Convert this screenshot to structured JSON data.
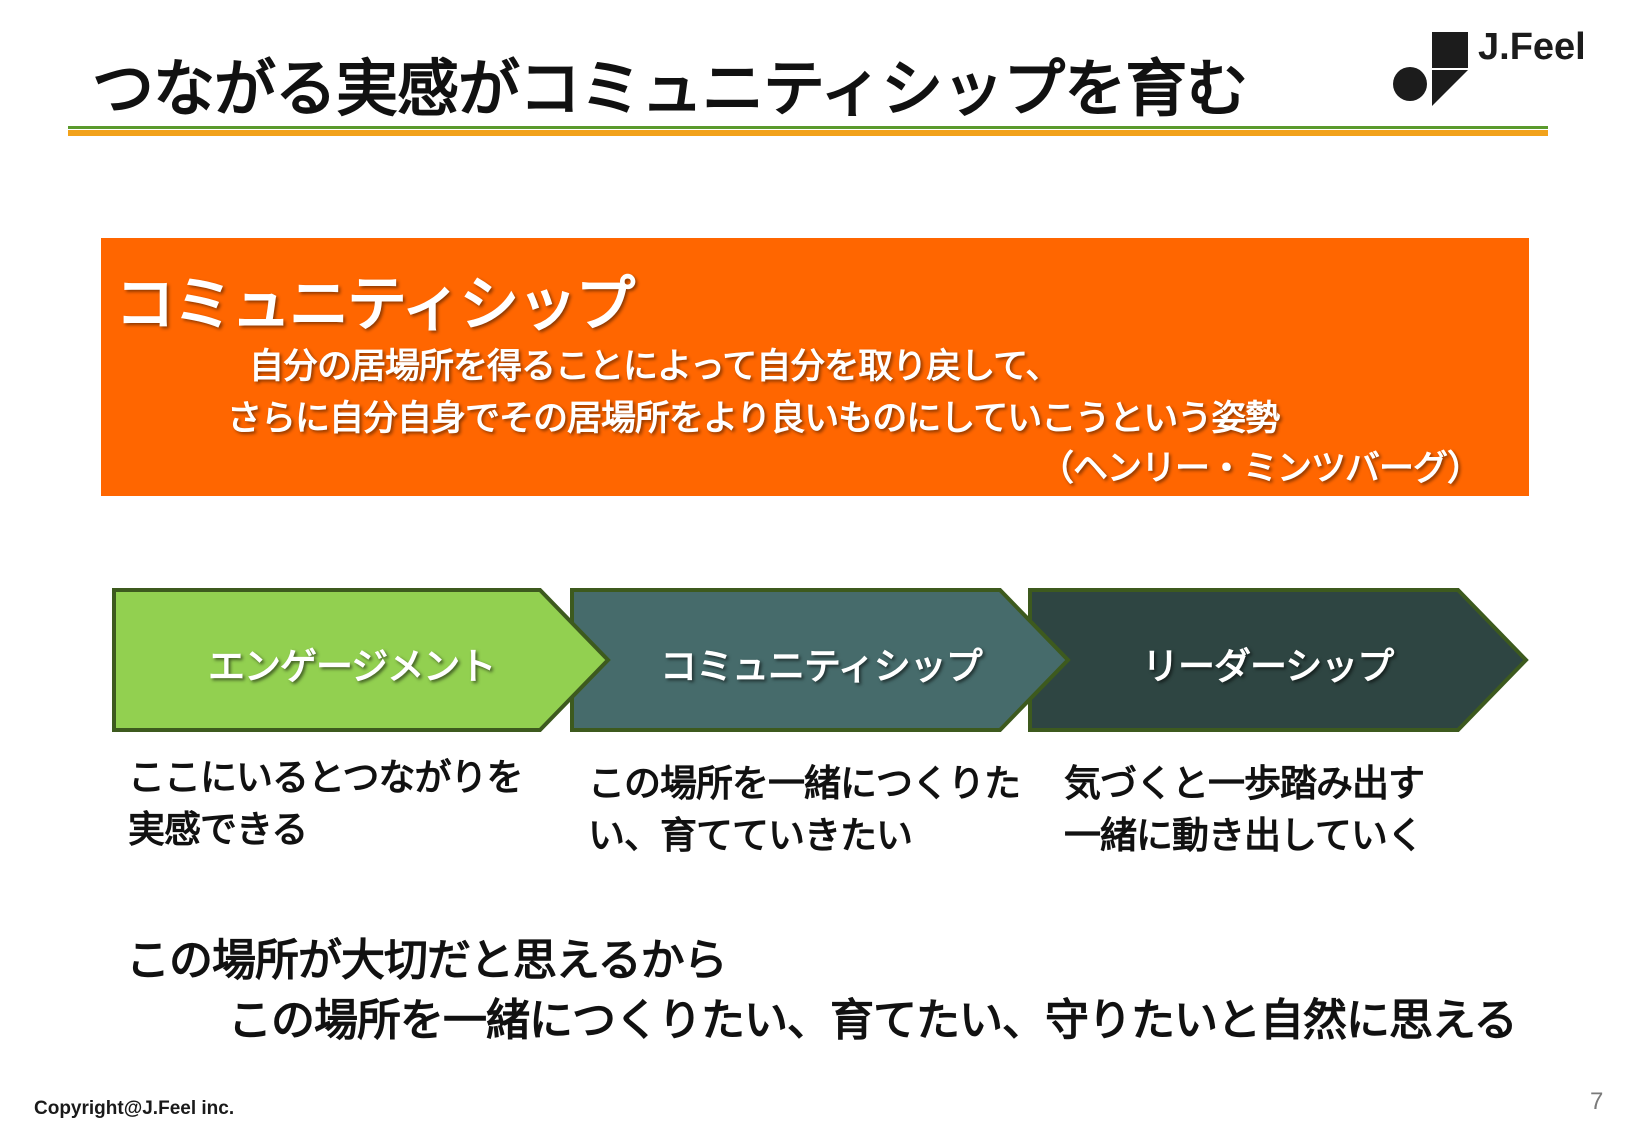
{
  "slide": {
    "title": "つながる実感がコミュニティシップを育む",
    "logo_text": "J.Feel"
  },
  "quote": {
    "heading": "コミュニティシップ",
    "line1": "自分の居場所を得ることによって自分を取り戻して、",
    "line2": "さらに自分自身でその居場所をより良いものにしていこうという姿勢",
    "author": "（ヘンリー・ミンツバーグ）"
  },
  "stages": [
    {
      "label": "エンゲージメント",
      "desc_line1": "ここにいるとつながりを",
      "desc_line2": "実感できる",
      "color": "#92d050"
    },
    {
      "label": "コミュニティシップ",
      "desc_line1": "この場所を一緒につくりた",
      "desc_line2": "い、育てていきたい",
      "color": "#466b6b"
    },
    {
      "label": "リーダーシップ",
      "desc_line1": "気づくと一歩踏み出す",
      "desc_line2": "一緒に動き出していく",
      "color": "#2e4542"
    }
  ],
  "summary": {
    "line1": "この場所が大切だと思えるから",
    "line2": "この場所を一緒につくりたい、育てたい、守りたいと自然に思える"
  },
  "footer": {
    "copyright": "Copyright@J.Feel inc.",
    "page_number": "7"
  },
  "colors": {
    "quote_bg": "#ff6600",
    "rule_green": "#5a9a2c",
    "rule_orange": "#f2a21b",
    "chevron_border": "#3d5a1e"
  }
}
